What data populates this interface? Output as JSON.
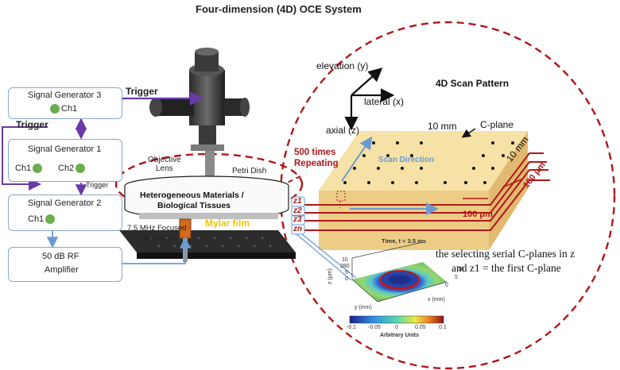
{
  "title": "Four-dimension (4D) OCE System",
  "left": {
    "sg3": {
      "label": "Signal Generator 3",
      "ch": "Ch1"
    },
    "sg1": {
      "label": "Signal Generator 1",
      "ch1": "Ch1",
      "ch2": "Ch2"
    },
    "sg2": {
      "label": "Signal Generator 2",
      "ch": "Ch1"
    },
    "amp": {
      "line1": "50 dB RF",
      "line2": "Amplifier"
    },
    "trigger_top": "Trigger",
    "trigger_left": "Trigger",
    "trigger_small": "Trigger"
  },
  "setup": {
    "objective_lens": "Objective\nLens",
    "petri_dish": "Petri Dish",
    "tissue_line1": "Heterogeneous Materials /",
    "tissue_line2": "Biological Tissues",
    "mylar": "Mylar film",
    "transducer_line1": "7.5 MHz Focused",
    "transducer_line2": "Transducer"
  },
  "scan": {
    "heading": "4D Scan Pattern",
    "axis_elevation": "elevation (y)",
    "axis_lateral": "lateral (x)",
    "axis_axial": "axial (z)",
    "cplane": "C-plane",
    "dim_10mm_top": "10 mm",
    "dim_10mm_side": "10 mm",
    "dim_100um_side": "100 μm",
    "dim_100um_bottom": "100 μm",
    "repeat_line1": "500 times",
    "repeat_line2": "Repeating",
    "scan_direction": "Scan Direction",
    "z_labels": [
      "z1",
      "z2",
      "z3",
      "zn"
    ],
    "caption_line1": "the selecting serial C-planes in z",
    "caption_line2": "and z1 = the first C-plane"
  },
  "plot": {
    "title": "Time, t = 3.5 ms",
    "zlabel": "z (μm)",
    "z_ticks": [
      "280"
    ],
    "ylabel": "y (mm)",
    "xlabel": "x (mm)",
    "y_ticks": [
      "0",
      "5",
      "10"
    ],
    "x_ticks": [
      "0",
      "5",
      "10"
    ],
    "colorbar_ticks": [
      "-0.1",
      "-0.05",
      "0",
      "0.05",
      "0.1"
    ],
    "colorbar_label": "Arbitrary Units"
  },
  "colors": {
    "accent_purple": "#6a3aa6",
    "dashed_red": "#b0161b",
    "box_border": "#8aa6cf",
    "arrow_blue": "#6a9ad0",
    "green_dot": "#6cae4e",
    "block_top": "#f6e2a6",
    "block_side": "#e8c982",
    "mylar_yellow": "#f6c200"
  }
}
